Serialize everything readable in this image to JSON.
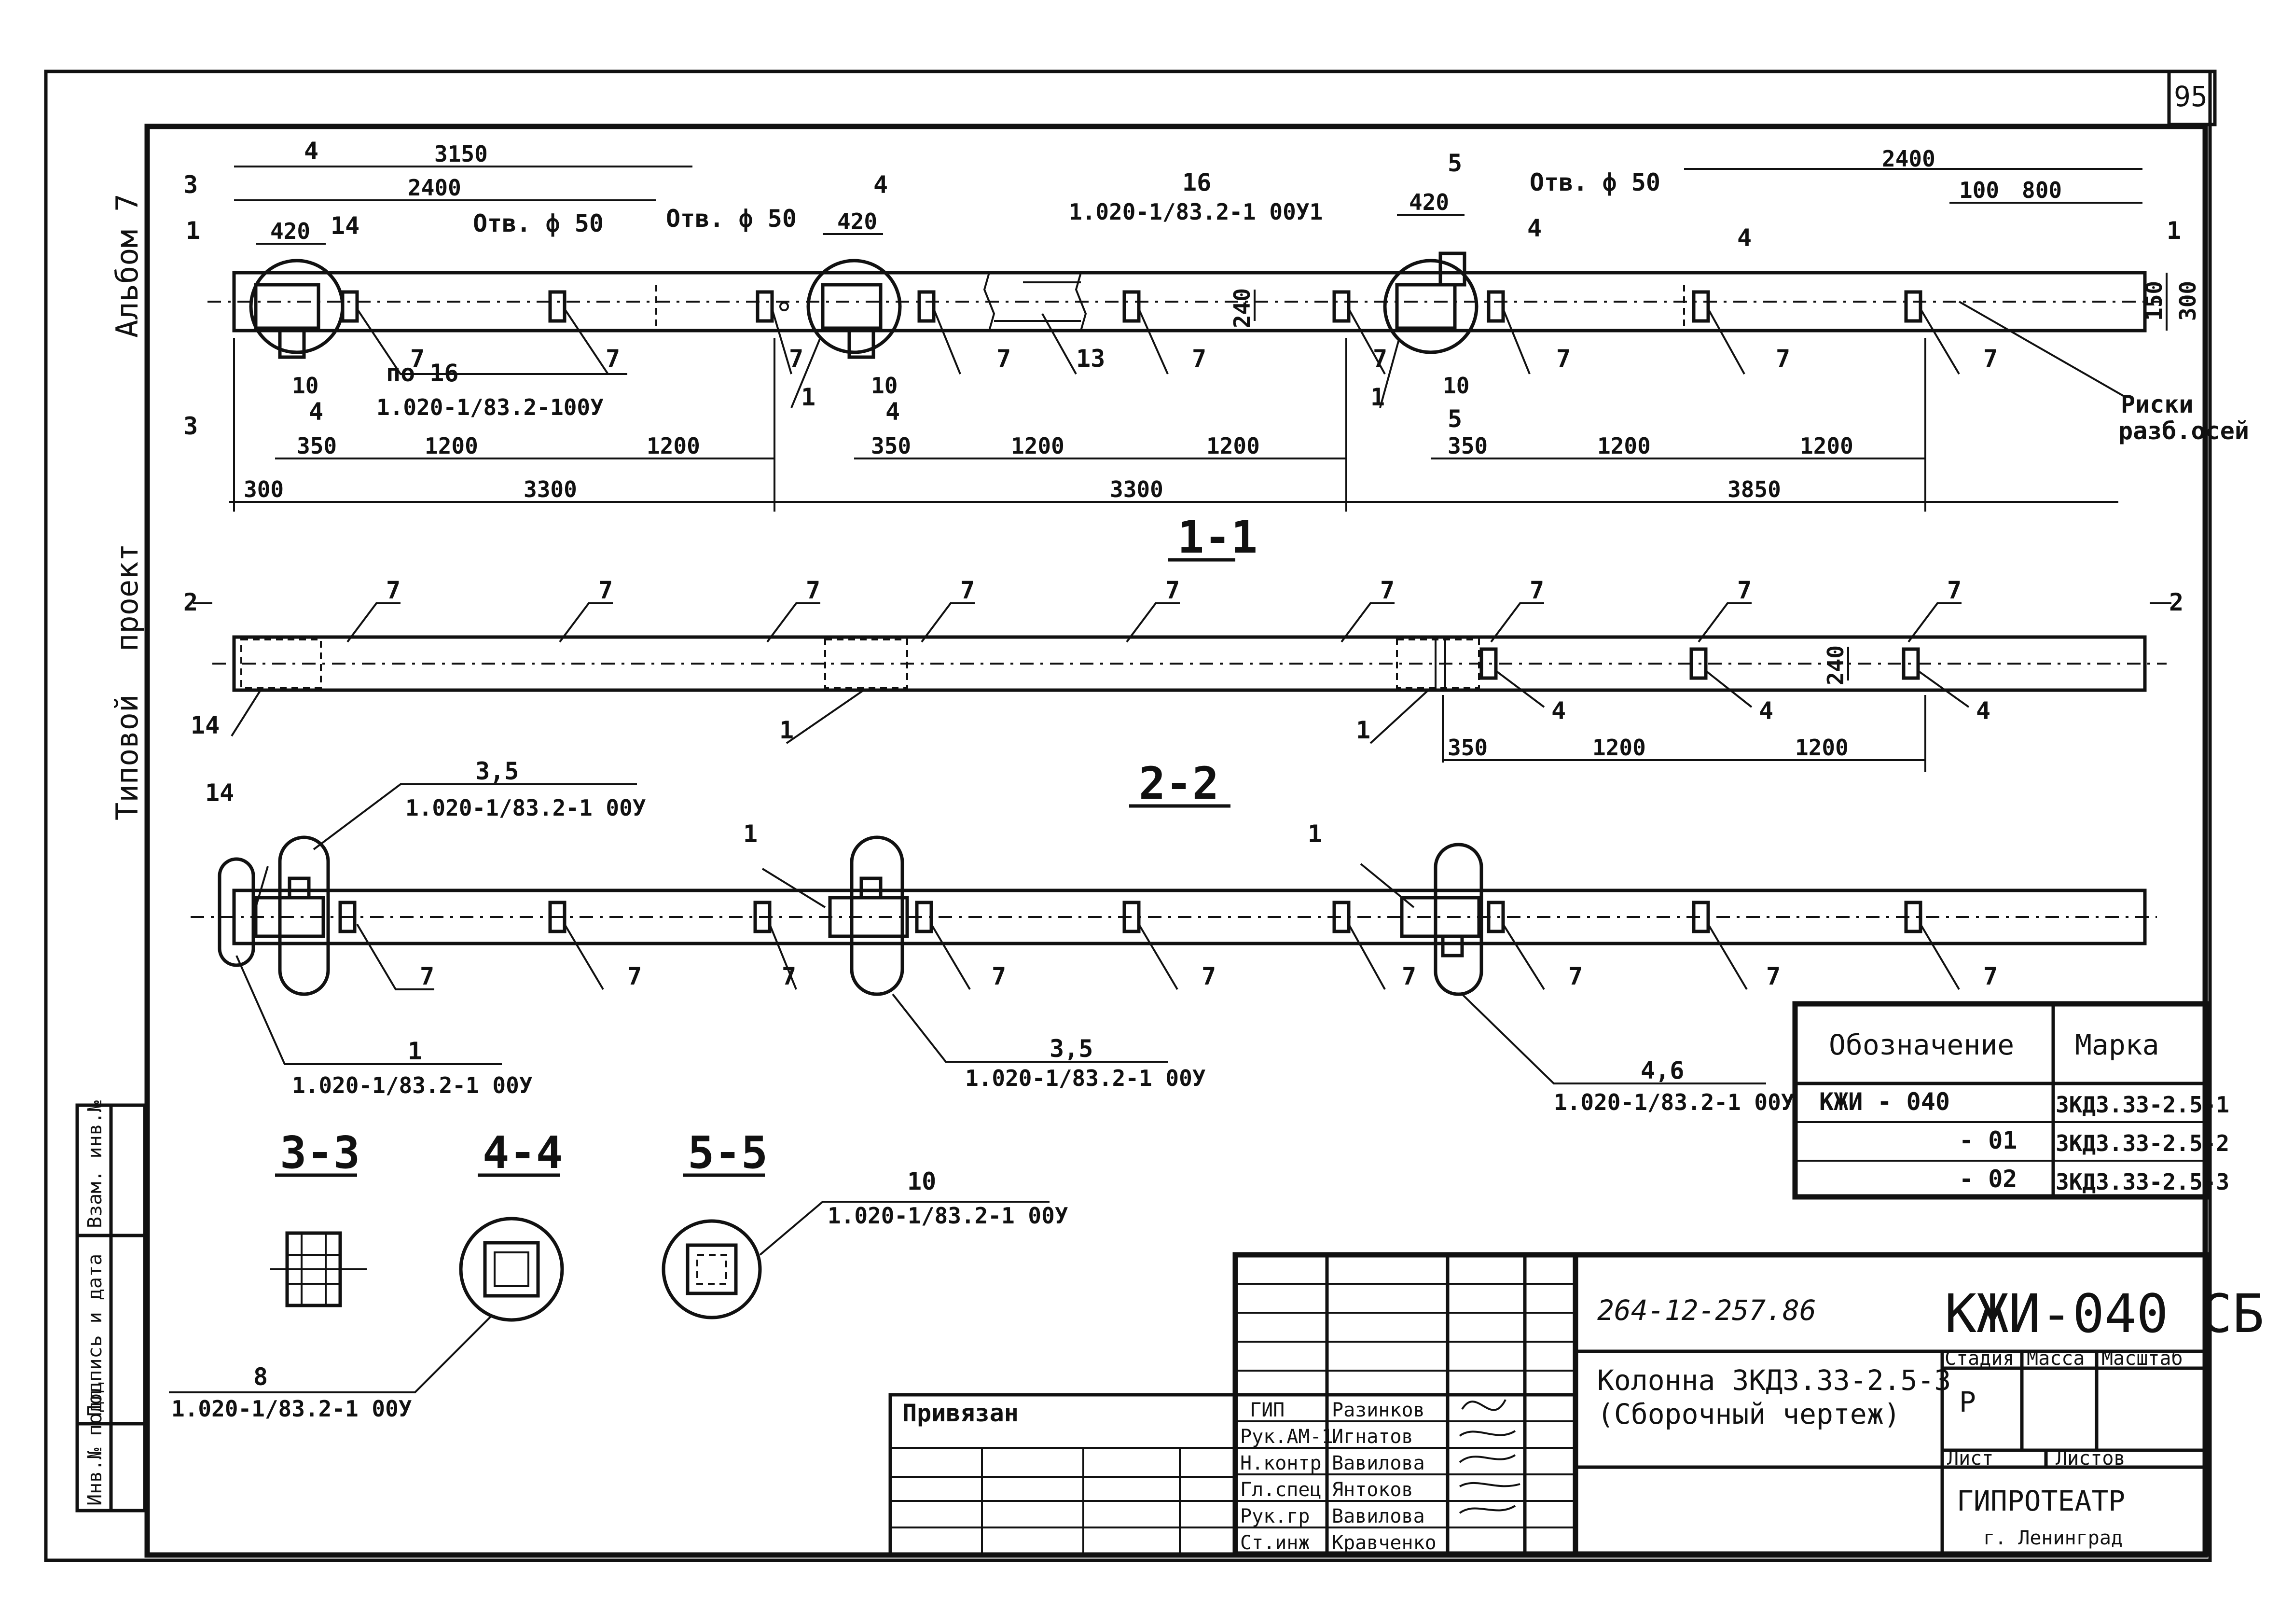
{
  "page_number": "95",
  "side_labels": {
    "album": "Альбом 7",
    "project_word1": "Типовой",
    "project_word2": "проект"
  },
  "side_stamps": {
    "inv": "Инв.№ подл.",
    "sign_date": "Подпись и дата",
    "vzam": "Взам. инв.№"
  },
  "plan": {
    "dims_top": {
      "d3150": "3150",
      "d2400_left": "2400",
      "d420_1": "420",
      "d420_2": "420",
      "d420_3": "420",
      "d2400_right": "2400",
      "d100": "100",
      "d800": "800",
      "d240": "240",
      "d300_right": "300",
      "d150": "150"
    },
    "dims_bottom": {
      "d350_1": "350",
      "d1200_1": "1200",
      "d1200_2": "1200",
      "d350_2": "350",
      "d1200_3": "1200",
      "d1200_4": "1200",
      "d350_3": "350",
      "d1200_5": "1200",
      "d1200_6": "1200",
      "d300": "300",
      "d3300_1": "3300",
      "d3300_2": "3300",
      "d3850": "3850",
      "d10_1": "10",
      "d10_2": "10",
      "d10_3": "10"
    },
    "section_marks": {
      "s3": "3",
      "s4": "4",
      "s5": "5",
      "s1": "1"
    },
    "notes": {
      "hole1": "Отв. ф 50",
      "hole2": "Отв. ф 50",
      "hole3": "Отв. ф 50",
      "ref16": "16",
      "ref16_doc": "1.020-1/83.2-1 00У1",
      "po16": "по 16",
      "po16_doc": "1.020-1/83.2-100У",
      "risk1": "Риски",
      "risk2": "разб.осей"
    },
    "callouts": {
      "c14a": "14",
      "c14b": "14",
      "c4a": "4",
      "c4b": "4",
      "c7": "7",
      "c13": "13",
      "c1": "1"
    }
  },
  "section_1_1": {
    "title": "1-1",
    "marks": {
      "m2a": "2",
      "m2b": "2"
    },
    "callouts": {
      "c7": "7",
      "c14": "14",
      "c1": "1",
      "c4": "4"
    },
    "dims": {
      "d240": "240",
      "d350": "350",
      "d1200a": "1200",
      "d1200b": "1200"
    }
  },
  "section_2_2": {
    "title": "2-2",
    "callouts": {
      "c14": "14",
      "c1": "1",
      "c7": "7"
    },
    "refs": {
      "r35_top_num": "3,5",
      "r35_top_doc": "1.020-1/83.2-1 00У",
      "r1_num": "1",
      "r1_doc": "1.020-1/83.2-1 00У",
      "r35_bot_num": "3,5",
      "r35_bot_doc": "1.020-1/83.2-1 00У",
      "r46_num": "4,6",
      "r46_doc": "1.020-1/83.2-1 00У"
    }
  },
  "small_sections": {
    "s33": "3-3",
    "s44": "4-4",
    "s55": "5-5",
    "ref10_num": "10",
    "ref10_doc": "1.020-1/83.2-1 00У",
    "ref8_num": "8",
    "ref8_doc": "1.020-1/83.2-1 00У"
  },
  "mark_table": {
    "headers": [
      "Обозначение",
      "Марка"
    ],
    "rows": [
      [
        "КЖИ - 040",
        "3КД3.33-2.5-1"
      ],
      [
        "- 01",
        "3КД3.33-2.5-2"
      ],
      [
        "- 02",
        "3КД3.33-2.5-3"
      ]
    ]
  },
  "title_block": {
    "doc_number": "264-12-257.86",
    "code": "КЖИ-040 СБ",
    "name_line1": "Колонна 3КД3.33-2.5-3",
    "name_line2": "(Сборочный чертеж)",
    "stage_header": "Стадия",
    "mass_header": "Масса",
    "scale_header": "Масштаб",
    "stage_value": "Р",
    "sheet_label": "Лист",
    "sheets_label": "Листов",
    "org_name": "ГИПРОТЕАТР",
    "org_city": "г. Ленинград",
    "privyazan": "Привязан",
    "staff": [
      {
        "role": "ГИП",
        "name": "Разинков"
      },
      {
        "role": "Рук.АМ-1",
        "name": "Игнатов"
      },
      {
        "role": "Н.контр.",
        "name": "Вавилова"
      },
      {
        "role": "Гл.спец.",
        "name": "Янтоков"
      },
      {
        "role": "Рук.гр",
        "name": "Вавилова"
      },
      {
        "role": "Ст.инж",
        "name": "Кравченко"
      }
    ]
  }
}
